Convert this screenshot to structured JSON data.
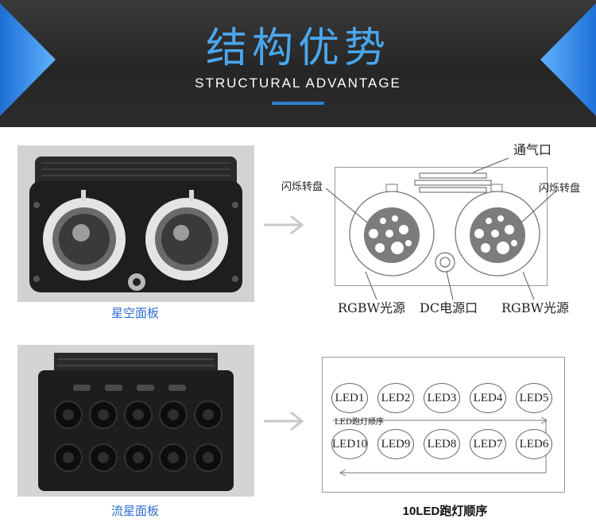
{
  "header": {
    "title_cn": "结构优势",
    "title_en": "STRUCTURAL ADVANTAGE",
    "accent_color": "#4aa6ee"
  },
  "section_top": {
    "photo_caption": "星空面板",
    "diagram_labels": {
      "vent": "通气口",
      "flash_left": "闪烁转盘",
      "flash_right": "闪烁转盘",
      "rgbw_left": "RGBW光源",
      "dc": "DC电源口",
      "rgbw_right": "RGBW光源"
    }
  },
  "section_bottom": {
    "photo_caption": "流星面板",
    "chase_label": "LED跑灯顺序",
    "diagram_title": "10LED跑灯顺序",
    "leds_row1": [
      "LED1",
      "LED2",
      "LED3",
      "LED4",
      "LED5"
    ],
    "leds_row2": [
      "LED10",
      "LED9",
      "LED8",
      "LED7",
      "LED6"
    ]
  },
  "icons": {
    "arrow": "chevron-arrow-right-icon"
  }
}
